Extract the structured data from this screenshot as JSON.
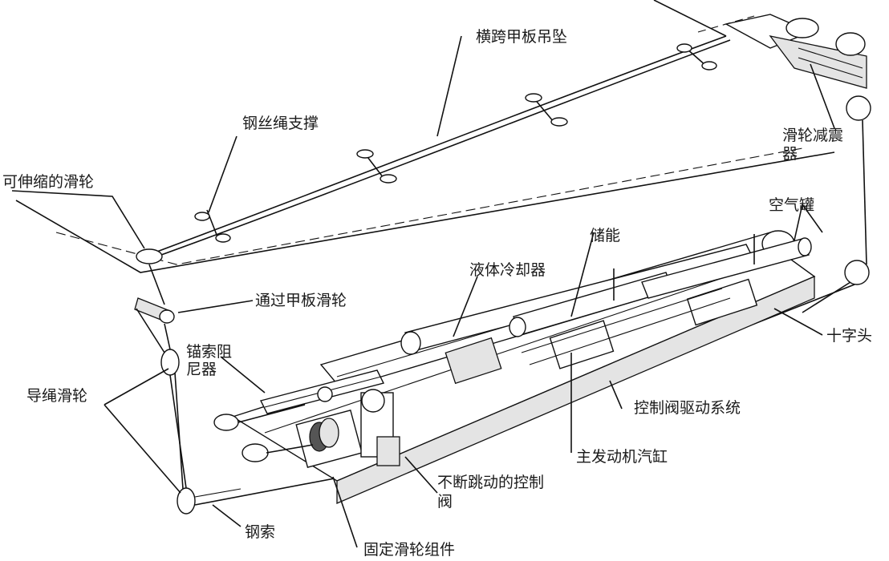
{
  "labels": {
    "cross_deck_pendant": "横跨甲板吊坠",
    "wire_rope_support": "钢丝绳支撑",
    "retractable_sheave": "可伸缩的滑轮",
    "through_deck_sheave": "通过甲板滑轮",
    "cable_anchor_damper_line1": "锚索阻",
    "cable_anchor_damper_line2": "尼器",
    "lead_sheave": "导绳滑轮",
    "cable": "钢索",
    "fixed_sheave_assembly": "固定滑轮组件",
    "control_valve_line1": "不断跳动的控制",
    "control_valve_line2": "阀",
    "main_engine_cylinder": "主发动机汽缸",
    "control_valve_drive": "控制阀驱动系统",
    "crosshead": "十字头",
    "air_tank": "空气罐",
    "accumulator": "储能",
    "liquid_cooler": "液体冷却器",
    "sheave_damper_line1": "滑轮减震",
    "sheave_damper_line2": "器"
  },
  "colors": {
    "line": "#111111",
    "fill": "#ffffff",
    "shade": "#e4e4e4"
  }
}
